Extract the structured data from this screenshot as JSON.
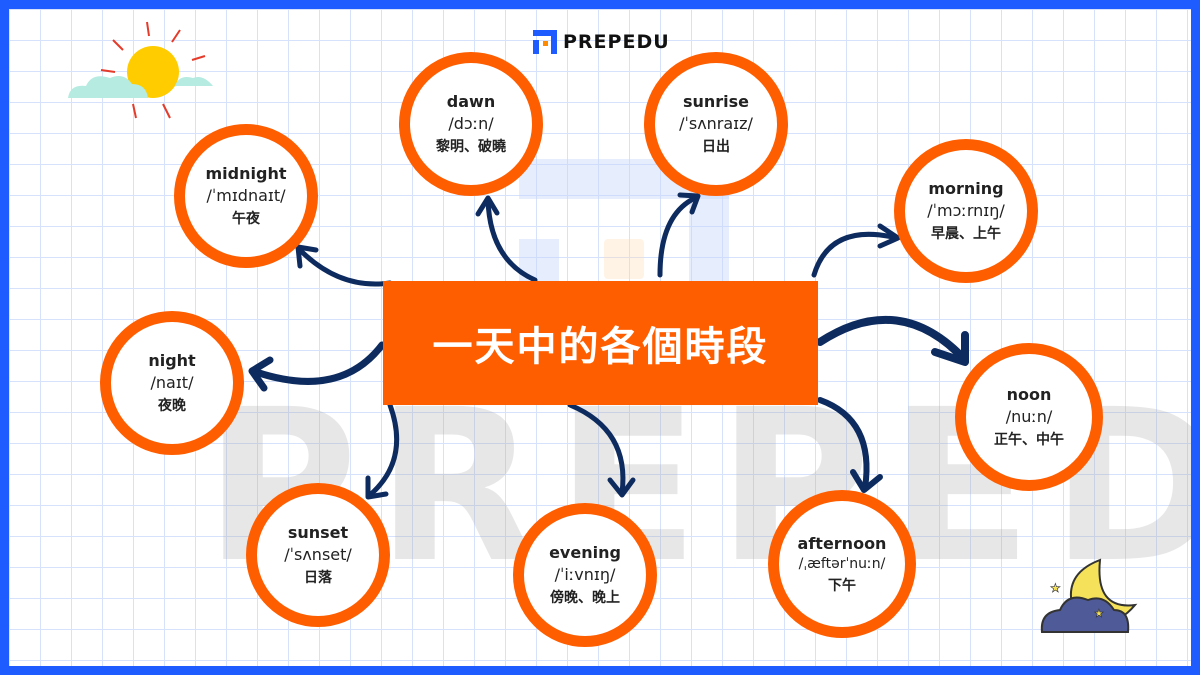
{
  "logo": {
    "text": "PREPEDU"
  },
  "watermark": "PREPEDU",
  "title": "一天中的各個時段",
  "colors": {
    "accent": "#ff5e00",
    "arrow": "#0d2b5e",
    "frame": "#1f5cff"
  },
  "items": [
    {
      "word": "dawn",
      "ipa": "/dɔːn/",
      "zh": "黎明、破曉"
    },
    {
      "word": "sunrise",
      "ipa": "/ˈsʌnraɪz/",
      "zh": "日出"
    },
    {
      "word": "midnight",
      "ipa": "/ˈmɪdnaɪt/",
      "zh": "午夜"
    },
    {
      "word": "morning",
      "ipa": "/ˈmɔːrnɪŋ/",
      "zh": "早晨、上午"
    },
    {
      "word": "night",
      "ipa": "/naɪt/",
      "zh": "夜晚"
    },
    {
      "word": "noon",
      "ipa": "/nuːn/",
      "zh": "正午、中午"
    },
    {
      "word": "sunset",
      "ipa": "/ˈsʌnset/",
      "zh": "日落"
    },
    {
      "word": "evening",
      "ipa": "/ˈiːvnɪŋ/",
      "zh": "傍晚、晚上"
    },
    {
      "word": "afternoon",
      "ipa": "/ˌæftərˈnuːn/",
      "zh": "下午"
    }
  ]
}
